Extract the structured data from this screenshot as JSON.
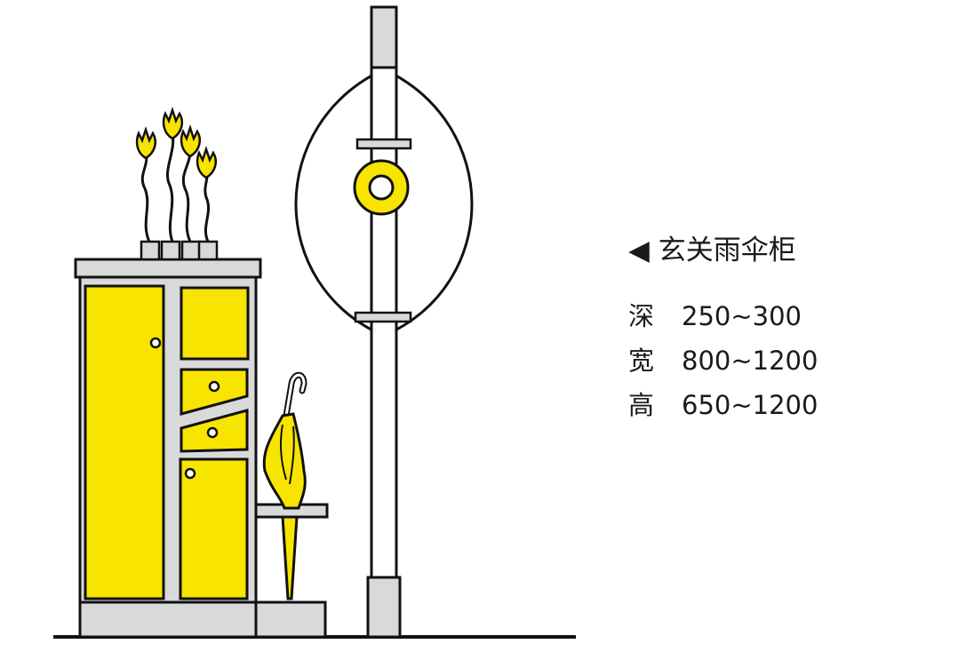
{
  "title": "◀ 玄关雨伞柜",
  "specs": [
    {
      "label": "深",
      "value": "250~300"
    },
    {
      "label": "宽",
      "value": "800~1200"
    },
    {
      "label": "高",
      "value": "650~1200"
    }
  ],
  "colors": {
    "accent": "#f7e400",
    "frame": "#d9d9d9",
    "outline": "#111111",
    "background": "#ffffff"
  },
  "icons": [
    "triangle-left-icon"
  ]
}
